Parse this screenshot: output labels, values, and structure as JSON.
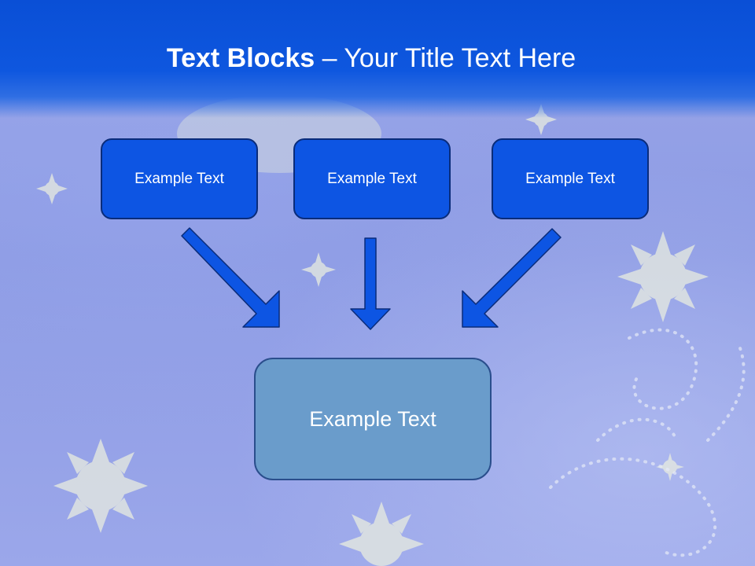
{
  "title": {
    "bold": "Text Blocks",
    "separator": " – ",
    "rest": "Your Title Text Here"
  },
  "boxes": {
    "left": "Example Text",
    "center": "Example Text",
    "right": "Example Text",
    "bottom": "Example Text"
  },
  "colors": {
    "banner": "#0e57df",
    "top_box_fill": "#0d55e3",
    "bottom_box_fill": "#6a9ccb",
    "arrow": "#0d55e3"
  }
}
